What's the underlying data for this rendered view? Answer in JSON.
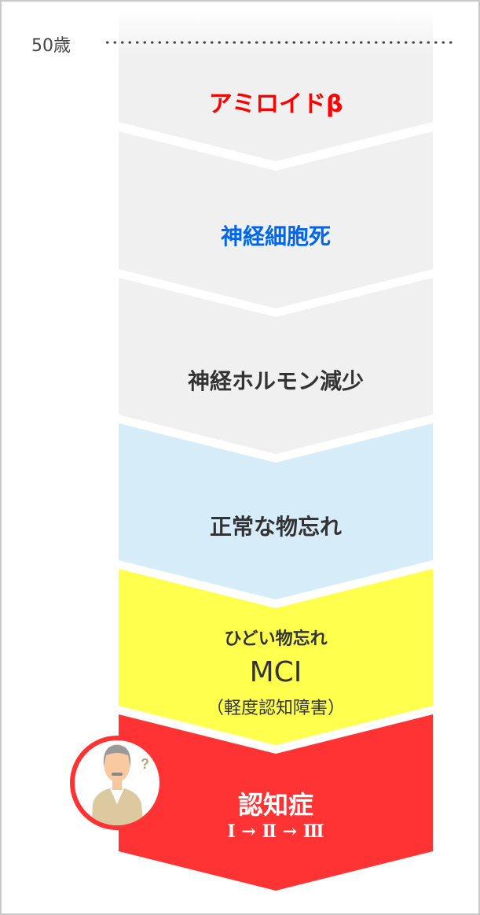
{
  "age_marker": "50歳",
  "stages": [
    {
      "label": "アミロイドβ",
      "color": "#ff0000",
      "fill": "#f0f0f0"
    },
    {
      "label": "神経細胞死",
      "color": "#0066ee",
      "fill": "#f0f0f0"
    },
    {
      "label": "神経ホルモン減少",
      "color": "#333333",
      "fill": "#f0f0f0"
    },
    {
      "label": "正常な物忘れ",
      "color": "#333333",
      "fill": "#d6ecf8"
    },
    {
      "label": "ひどい物忘れ",
      "main": "MCI",
      "sub": "（軽度認知障害）",
      "color": "#333333",
      "fill": "#ffff4d"
    },
    {
      "label": "認知症",
      "sub": "Ⅰ → Ⅱ → Ⅲ",
      "color": "#ffffff",
      "fill": "#ff3333"
    }
  ],
  "avatar": {
    "question_mark": "?",
    "ring_color": "#ff3333"
  }
}
